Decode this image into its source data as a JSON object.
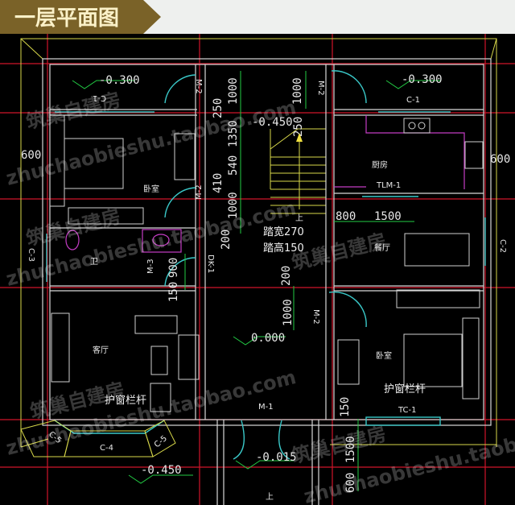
{
  "title": "一层平面图",
  "colors": {
    "banner": "#7a6228",
    "title_text": "#fbf1c8",
    "axis": "#d0152a",
    "wall": "#d8d8d8",
    "dimension": "#22cc44",
    "window": "#3ac8c8",
    "outline": "#d8d84a",
    "fixture": "#c43cc4"
  },
  "watermark": {
    "cn": "筑巢自建房",
    "url": "zhuchaobieshu.taobao.com"
  },
  "rooms": {
    "bedroom": "卧室",
    "kitchen": "厨房",
    "dining": "餐厅",
    "bath": "卫",
    "living": "客厅",
    "rail": "护窗栏杆"
  },
  "levels": {
    "nw": "-0.300",
    "ne": "-0.300",
    "stair": "-0.450",
    "hall": "0.000",
    "entry": "-0.015",
    "south": "-0.450"
  },
  "openings": {
    "c1": "C-1",
    "m2": "M-2",
    "tlm1": "TLM-1",
    "m3": "M-3",
    "dk1": "DK-1",
    "c2": "C-2",
    "c3": "C-3",
    "c4": "C-4",
    "c5": "C-5",
    "tc1": "TC-1",
    "m1": "M-1"
  },
  "dims": {
    "d1000": "1000",
    "d250": "250",
    "d1350": "1350",
    "d540": "540",
    "d410": "410",
    "d200": "200",
    "d900": "900",
    "d150": "150",
    "d800": "800",
    "d1500": "1500",
    "d600": "600"
  },
  "stair": {
    "tread": "踏宽270",
    "riser": "踏高150",
    "up": "上"
  }
}
